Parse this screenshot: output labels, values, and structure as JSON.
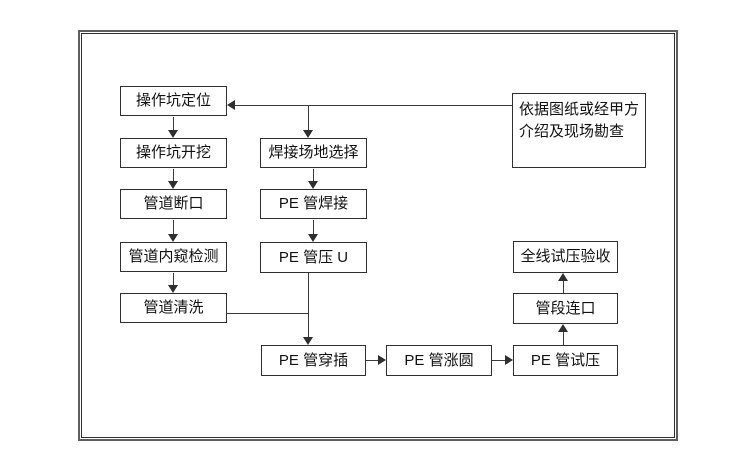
{
  "diagram": {
    "type": "flowchart",
    "colors": {
      "background": "#ffffff",
      "box_border": "#2f2f2f",
      "line": "#3a3a3a",
      "text": "#111111",
      "frame_outer": "#5f5f5f",
      "frame_inner": "#2f2f2f"
    },
    "nodes": [
      {
        "id": "pit-positioning",
        "label": "操作坑定位"
      },
      {
        "id": "pit-excavation",
        "label": "操作坑开挖"
      },
      {
        "id": "pipe-cut",
        "label": "管道断口"
      },
      {
        "id": "pipe-endoscope-inspection",
        "label": "管道内窥检测"
      },
      {
        "id": "pipe-cleaning",
        "label": "管道清洗"
      },
      {
        "id": "welding-site-selection",
        "label": "焊接场地选择"
      },
      {
        "id": "pe-pipe-welding",
        "label": "PE 管焊接"
      },
      {
        "id": "pe-pipe-press-u",
        "label": "PE 管压 U"
      },
      {
        "id": "pe-pipe-insertion",
        "label": "PE 管穿插"
      },
      {
        "id": "pe-pipe-rounding",
        "label": "PE 管涨圆"
      },
      {
        "id": "pe-pipe-pressure-test",
        "label": "PE 管试压"
      },
      {
        "id": "pipe-segment-connection",
        "label": "管段连口"
      },
      {
        "id": "full-line-test-acceptance",
        "label": "全线试压验收"
      },
      {
        "id": "survey-note",
        "label": "依据图纸或经甲方介绍及现场勘查"
      }
    ],
    "edges": [
      {
        "from": "survey-note",
        "to": "pit-positioning"
      },
      {
        "from": "survey-note",
        "to": "welding-site-selection"
      },
      {
        "from": "pit-positioning",
        "to": "pit-excavation"
      },
      {
        "from": "pit-excavation",
        "to": "pipe-cut"
      },
      {
        "from": "pipe-cut",
        "to": "pipe-endoscope-inspection"
      },
      {
        "from": "pipe-endoscope-inspection",
        "to": "pipe-cleaning"
      },
      {
        "from": "pipe-cleaning",
        "to": "pe-pipe-insertion"
      },
      {
        "from": "welding-site-selection",
        "to": "pe-pipe-welding"
      },
      {
        "from": "pe-pipe-welding",
        "to": "pe-pipe-press-u"
      },
      {
        "from": "pe-pipe-press-u",
        "to": "pe-pipe-insertion"
      },
      {
        "from": "pe-pipe-insertion",
        "to": "pe-pipe-rounding"
      },
      {
        "from": "pe-pipe-rounding",
        "to": "pe-pipe-pressure-test"
      },
      {
        "from": "pe-pipe-pressure-test",
        "to": "pipe-segment-connection"
      },
      {
        "from": "pipe-segment-connection",
        "to": "full-line-test-acceptance"
      }
    ]
  }
}
